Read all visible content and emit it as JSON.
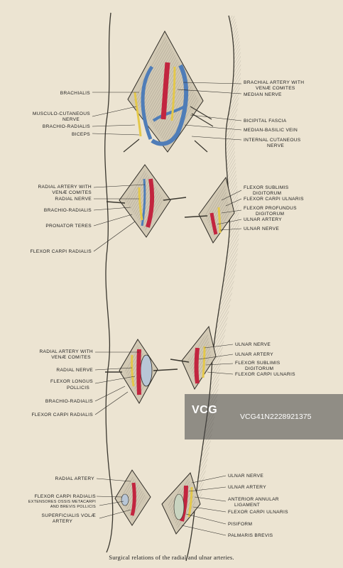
{
  "caption": "Surgical relations of the radial and ulnar arteries.",
  "watermark": {
    "logo": "VCG",
    "id": "VCG41N2228921375"
  },
  "labels": {
    "brachialis": "BRACHIALIS",
    "musculo_cutaneous_1": "MUSCULO-CUTANEOUS",
    "musculo_cutaneous_2": "NERVE",
    "brachio_radialis_top": "BRACHIO-RADIALIS",
    "biceps": "BICEPS",
    "brachial_artery_1": "BRACHIAL ARTERY WITH",
    "brachial_artery_2": "VENÆ COMITES",
    "median_nerve": "MEDIAN NERVE",
    "bicipital_fascia": "BICIPITAL FASCIA",
    "median_basilic": "MEDIAN-BASILIC VEIN",
    "internal_cutaneous_1": "INTERNAL CUTANEOUS",
    "internal_cutaneous_2": "NERVE",
    "radial_artery_venae_1": "RADIAL ARTERY WITH",
    "radial_artery_venae_2": "VENÆ COMITES",
    "radial_nerve_1": "RADIAL NERVE",
    "brachio_radialis_2": "BRACHIO-RADIALIS",
    "pronator_teres": "PRONATOR TERES",
    "flexor_carpi_radialis_1": "FLEXOR CARPI RADIALIS",
    "flexor_sublimis_1": "FLEXOR SUBLIMIS",
    "digitorum_1": "DIGITORUM",
    "flexor_carpi_ulnaris_1": "FLEXOR CARPI ULNARIS",
    "flexor_profundus": "FLEXOR PROFUNDUS",
    "digitorum_2": "DIGITORUM",
    "ulnar_artery_1": "ULNAR ARTERY",
    "ulnar_nerve_1": "ULNAR NERVE",
    "radial_artery_venae_3": "RADIAL ARTERY WITH",
    "radial_artery_venae_4": "VENÆ COMITES",
    "radial_nerve_2": "RADIAL NERVE",
    "flexor_longus": "FLEXOR LONGUS",
    "pollicis": "POLLICIS",
    "brachio_radialis_3": "BRACHIO-RADIALIS",
    "flexor_carpi_radialis_2": "FLEXOR CARPI RADIALIS",
    "ulnar_nerve_2": "ULNAR NERVE",
    "ulnar_artery_2": "ULNAR ARTERY",
    "flexor_sublimis_2": "FLEXOR SUBLIMIS",
    "digitorum_3": "DIGITORUM",
    "flexor_carpi_ulnaris_2": "FLEXOR CARPI ULNARIS",
    "radial_artery": "RADIAL ARTERY",
    "flexor_carpi_radialis_3": "FLEXOR CARPI RADIALIS",
    "extensores_1": "EXTENSORES OSSIS METACARPI",
    "extensores_2": "AND BREVIS POLLICIS",
    "superficialis_1": "SUPERFICIALIS VOLÆ",
    "superficialis_2": "ARTERY",
    "ulnar_nerve_3": "ULNAR NERVE",
    "ulnar_artery_3": "ULNAR ARTERY",
    "anterior_annular_1": "ANTERIOR ANNULAR",
    "anterior_annular_2": "LIGAMENT",
    "flexor_carpi_ulnaris_3": "FLEXOR CARPI ULNARIS",
    "pisiform": "PISIFORM",
    "palmaris_brevis": "PALMARIS BREVIS"
  },
  "colors": {
    "paper": "#ece4d2",
    "artery": "#c2253f",
    "vein": "#4f7db8",
    "nerve": "#e4c84a",
    "muscle": "#cfc6b2",
    "ink": "#1e1e1e"
  }
}
